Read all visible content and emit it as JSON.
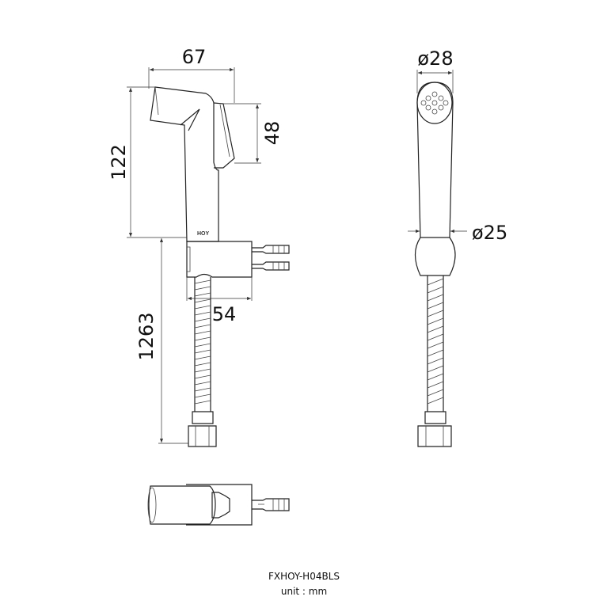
{
  "drawing": {
    "model": "FXHOY-H04BLS",
    "unit_label": "unit : mm",
    "logo_text": "HOY"
  },
  "front_view": {
    "dim_width": "67",
    "dim_height": "122",
    "dim_trigger": "48",
    "dim_holder": "54",
    "dim_hose": "1263"
  },
  "side_view": {
    "dim_head_diameter": "ø28",
    "dim_handle_diameter": "ø25"
  }
}
